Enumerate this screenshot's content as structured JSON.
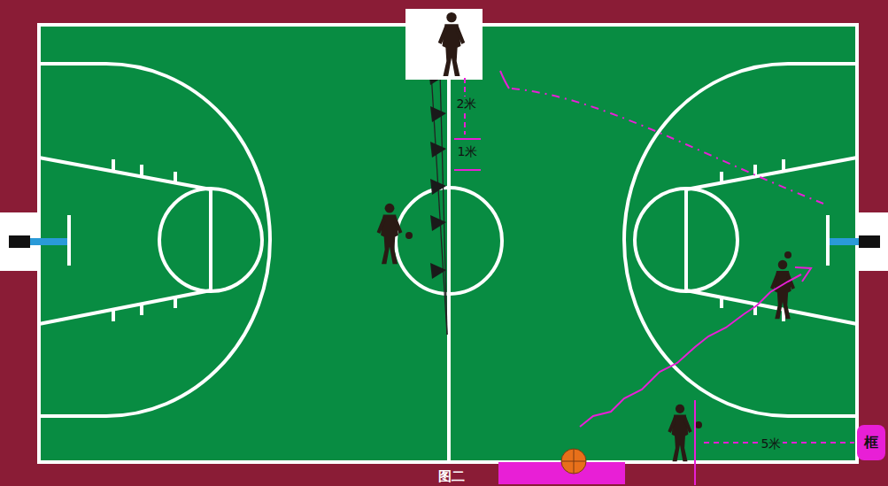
{
  "diagram": {
    "caption": "图二",
    "nodes": [
      {
        "text": [
          "框"
        ]
      }
    ],
    "labels": [
      "2米",
      "1米",
      "5米"
    ]
  }
}
